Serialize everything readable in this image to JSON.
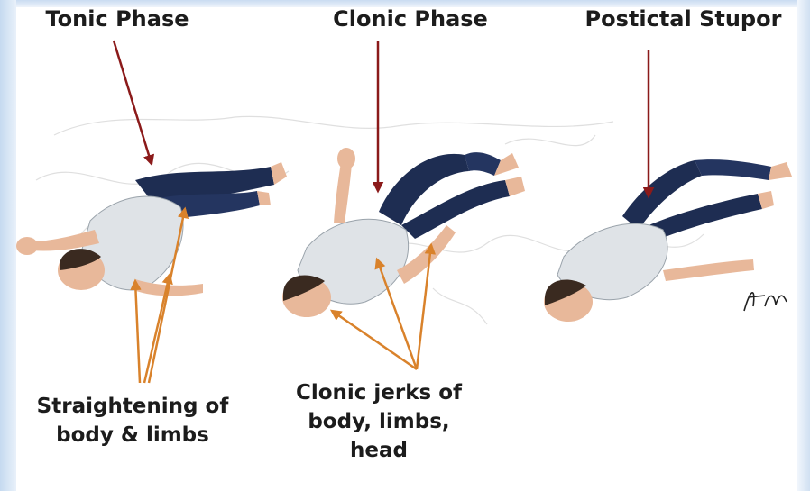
{
  "colors": {
    "frame": "#dbe8f6",
    "background": "#ffffff",
    "phase_arrow": "#8b1a1a",
    "callout_arrow": "#d9822b",
    "jeans": "#1e2d52",
    "shirt": "#dfe3e7",
    "skin": "#e8b89a",
    "hair": "#3a2a20"
  },
  "phases": {
    "tonic": "Tonic Phase",
    "clonic": "Clonic Phase",
    "postictal": "Postictal Stupor"
  },
  "callouts": {
    "straightening_line1": "Straightening of",
    "straightening_line2": "body & limbs",
    "jerks_line1": "Clonic jerks of",
    "jerks_line2": "body, limbs,",
    "jerks_line3": "head"
  },
  "figures": [
    {
      "name": "tonic-phase-figure",
      "pose": "rigid-extended"
    },
    {
      "name": "clonic-phase-figure",
      "pose": "jerking-limbs"
    },
    {
      "name": "postictal-figure",
      "pose": "limp-recovery"
    }
  ]
}
